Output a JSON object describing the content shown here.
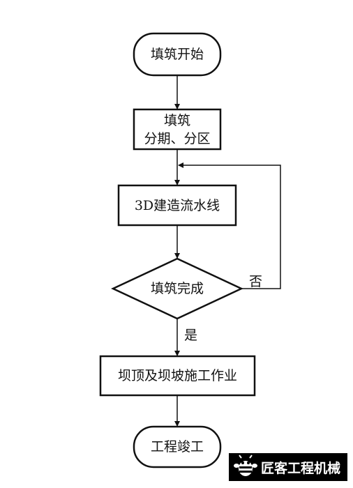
{
  "nodes": {
    "start": "填筑开始",
    "staging_line1": "填筑",
    "staging_line2": "分期、分区",
    "pipeline": "3D建造流水线",
    "decision": "填筑完成",
    "crest_works": "坝顶及坝坡施工作业",
    "end": "工程竣工"
  },
  "edge_labels": {
    "no": "否",
    "yes": "是"
  },
  "watermark": {
    "text": "匠客工程机械"
  },
  "colors": {
    "stroke": "#111111",
    "background": "#ffffff",
    "watermark_bg": "#000000",
    "watermark_fg": "#ffffff"
  }
}
